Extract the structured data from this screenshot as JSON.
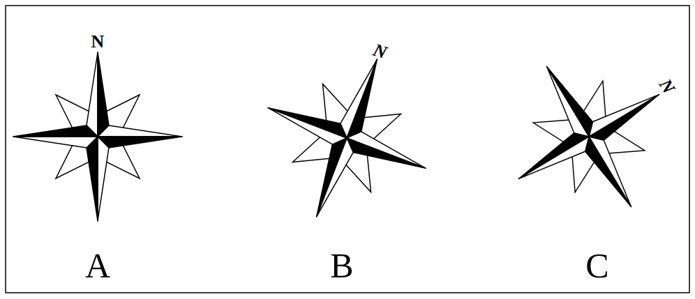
{
  "diagram": {
    "labels": [
      "N",
      "N",
      "N",
      "A",
      "B",
      "C"
    ]
  }
}
